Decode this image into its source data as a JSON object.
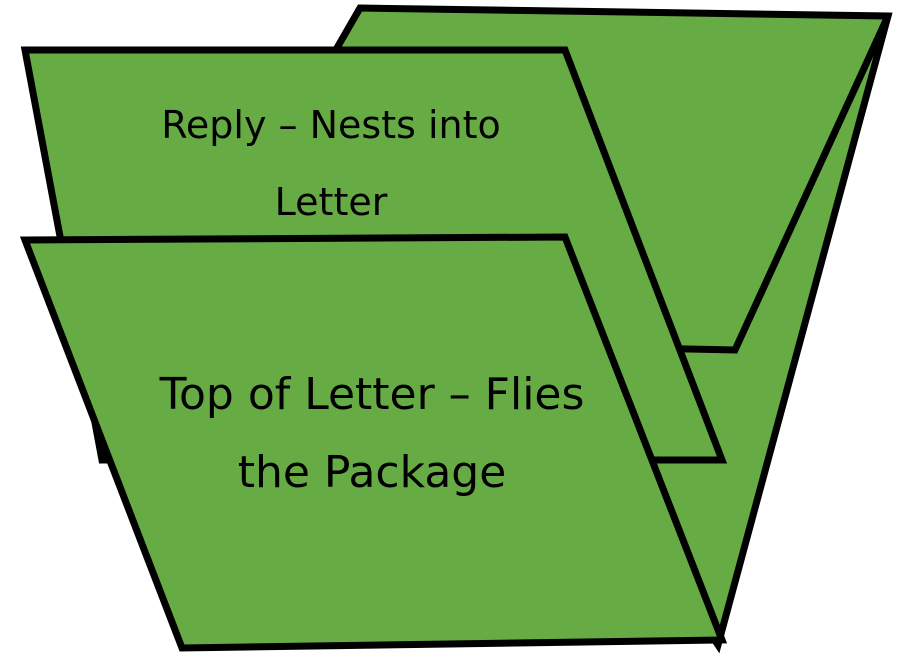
{
  "colors": {
    "panel_fill": "#66ab44",
    "outline": "#000000"
  },
  "panels": {
    "back": {
      "name": "back-fold-panel"
    },
    "middle": {
      "name": "reply-panel",
      "label_line1": "Reply – Nests into",
      "label_line2": "Letter"
    },
    "front": {
      "name": "top-of-letter-panel",
      "label_line1": "Top of Letter – Flies",
      "label_line2": "the Package"
    }
  }
}
